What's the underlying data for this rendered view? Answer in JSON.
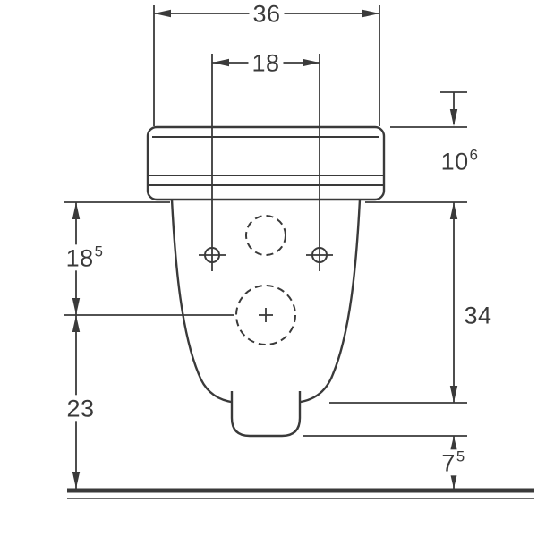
{
  "colors": {
    "line": "#3a3a3a",
    "background": "#ffffff"
  },
  "dimensions": {
    "overall_width": {
      "value": "36",
      "sup": ""
    },
    "bolt_spacing": {
      "value": "18",
      "sup": ""
    },
    "seat_section_height": {
      "value": "10",
      "sup": "6"
    },
    "rim_to_drain_axis": {
      "value": "18",
      "sup": "5"
    },
    "body_height": {
      "value": "34",
      "sup": ""
    },
    "drain_axis_to_floor": {
      "value": "23",
      "sup": ""
    },
    "outlet_bottom_to_floor": {
      "value": "7",
      "sup": "5"
    }
  }
}
